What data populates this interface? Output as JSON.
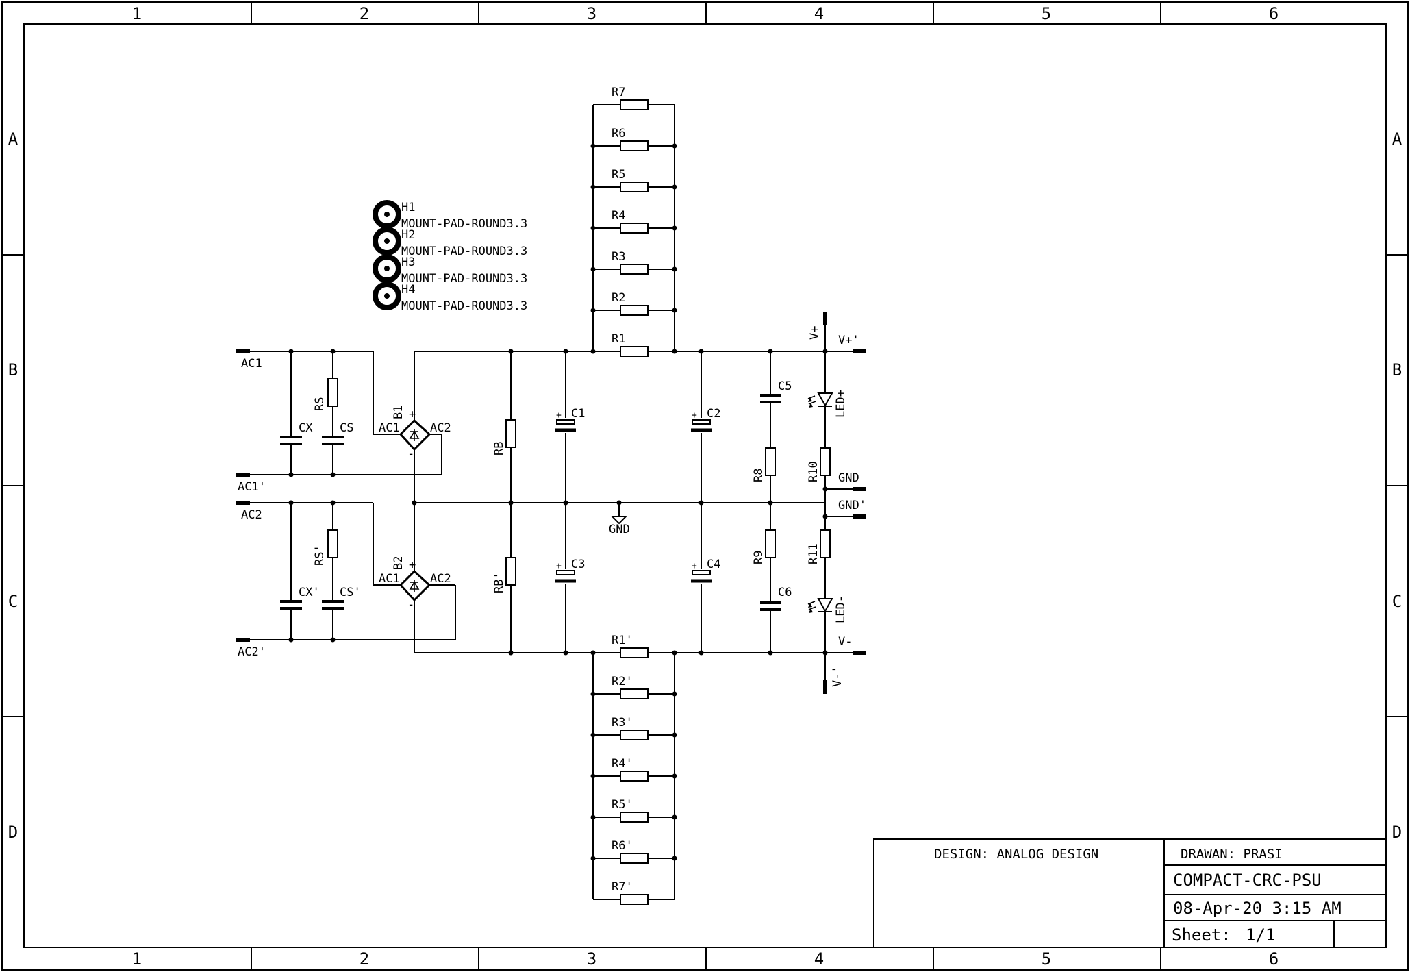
{
  "frame": {
    "columns": [
      "1",
      "2",
      "3",
      "4",
      "5",
      "6"
    ],
    "rows": [
      "A",
      "B",
      "C",
      "D"
    ]
  },
  "title_block": {
    "design": "DESIGN: ANALOG DESIGN",
    "drawn": "DRAWAN: PRASI",
    "title": "COMPACT-CRC-PSU",
    "date": "08-Apr-20 3:15 AM",
    "sheet_label": "Sheet:",
    "sheet_value": "1/1"
  },
  "mount_pads": [
    {
      "ref": "H1",
      "value": "MOUNT-PAD-ROUND3.3"
    },
    {
      "ref": "H2",
      "value": "MOUNT-PAD-ROUND3.3"
    },
    {
      "ref": "H3",
      "value": "MOUNT-PAD-ROUND3.3"
    },
    {
      "ref": "H4",
      "value": "MOUNT-PAD-ROUND3.3"
    }
  ],
  "connectors": {
    "ac1": "AC1",
    "ac1p": "AC1'",
    "ac2": "AC2",
    "ac2p": "AC2'",
    "vplus": "V+",
    "vplusp": "V+'",
    "vminus": "V-",
    "vminusp": "V-'",
    "gnd": "GND",
    "gndp": "GND'"
  },
  "gnd_symbol": "GND",
  "bridges": {
    "b1": {
      "ref": "B1",
      "ac1": "AC1",
      "ac2": "AC2",
      "plus": "+",
      "minus": "-"
    },
    "b2": {
      "ref": "B2",
      "ac1": "AC1",
      "ac2": "AC2",
      "plus": "+",
      "minus": "-"
    }
  },
  "components": {
    "rs": "RS",
    "cs": "CS",
    "cx": "CX",
    "rsp": "RS'",
    "csp": "CS'",
    "cxp": "CX'",
    "rb": "RB",
    "rbp": "RB'",
    "c1": "C1",
    "c2": "C2",
    "c3": "C3",
    "c4": "C4",
    "c5": "C5",
    "c6": "C6",
    "r8": "R8",
    "r9": "R9",
    "r10": "R10",
    "r11": "R11",
    "led_plus": "LED+",
    "led_minus": "LED-",
    "cap_plus": "+"
  },
  "resistor_bank_top": [
    "R7",
    "R6",
    "R5",
    "R4",
    "R3",
    "R2",
    "R1"
  ],
  "resistor_bank_bottom": [
    "R1'",
    "R2'",
    "R3'",
    "R4'",
    "R5'",
    "R6'",
    "R7'"
  ]
}
